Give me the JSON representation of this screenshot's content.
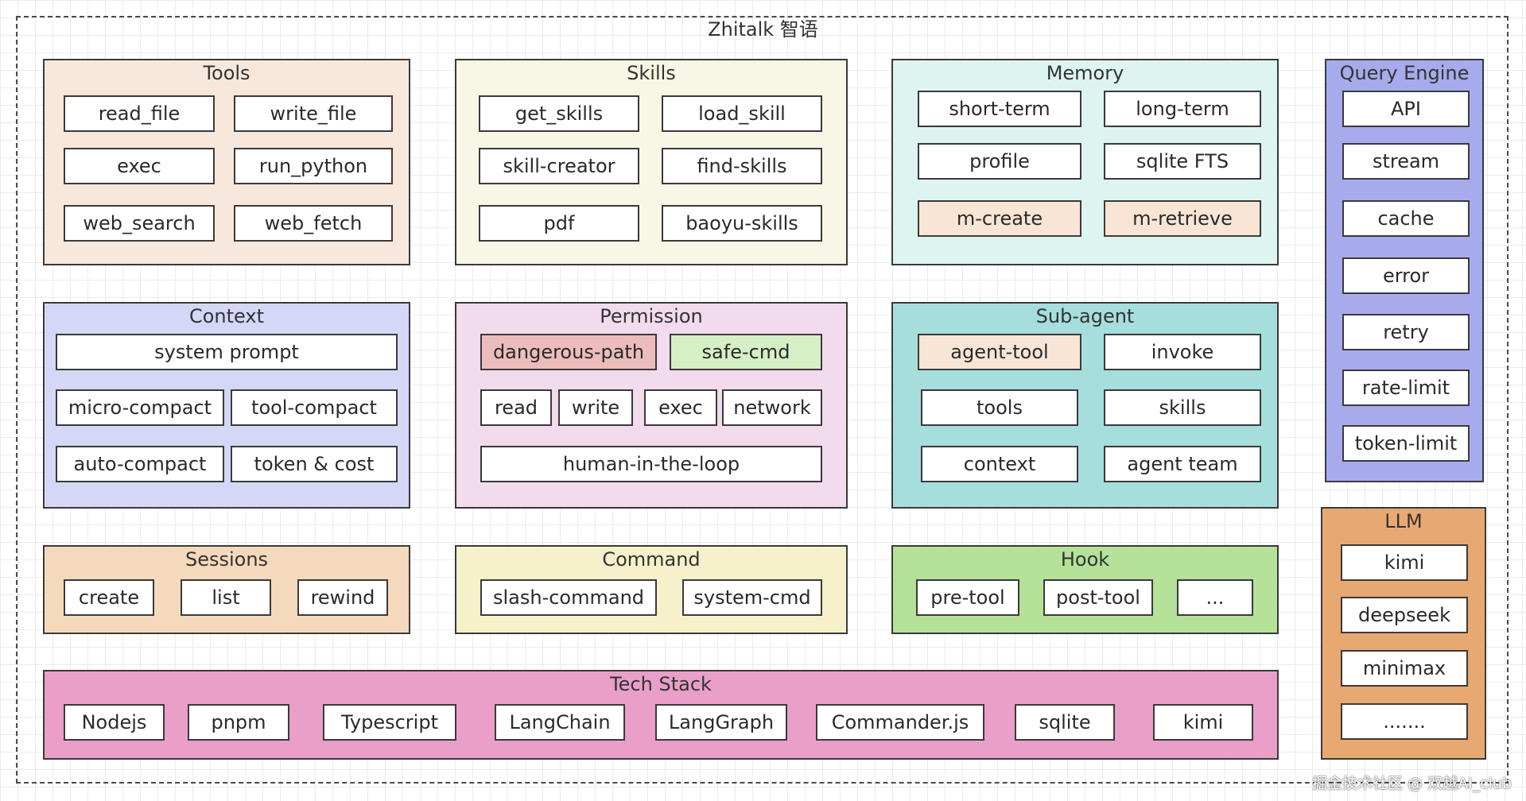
{
  "title": "Zhitalk 智语",
  "watermark": "掘金技术社区 @ 双越AI_club",
  "colors": {
    "tools": "#f8e8dc",
    "skills": "#f8f7e5",
    "memory": "#ddf4f1",
    "query_engine": "#a7abec",
    "context": "#d4d7f5",
    "permission": "#f2dbec",
    "subagent": "#a5dedd",
    "llm": "#e8a872",
    "sessions": "#f5d9bc",
    "command": "#f6f1cb",
    "hook": "#b5e198",
    "techstack": "#e99fc7",
    "item": "#ffffff",
    "item_peach": "#f8e5d6",
    "item_red": "#ecbcbc",
    "item_green": "#d5f0c5",
    "border": "#3a3a3a"
  },
  "groups": {
    "tools": {
      "title": "Tools",
      "items": [
        "read_file",
        "write_file",
        "exec",
        "run_python",
        "web_search",
        "web_fetch"
      ]
    },
    "skills": {
      "title": "Skills",
      "items": [
        "get_skills",
        "load_skill",
        "skill-creator",
        "find-skills",
        "pdf",
        "baoyu-skills"
      ]
    },
    "memory": {
      "title": "Memory",
      "items": [
        "short-term",
        "long-term",
        "profile",
        "sqlite FTS",
        "m-create",
        "m-retrieve"
      ]
    },
    "query_engine": {
      "title": "Query Engine",
      "items": [
        "API",
        "stream",
        "cache",
        "error",
        "retry",
        "rate-limit",
        "token-limit"
      ]
    },
    "context": {
      "title": "Context",
      "items": [
        "system prompt",
        "micro-compact",
        "tool-compact",
        "auto-compact",
        "token & cost"
      ]
    },
    "permission": {
      "title": "Permission",
      "items": [
        "dangerous-path",
        "safe-cmd",
        "read",
        "write",
        "exec",
        "network",
        "human-in-the-loop"
      ]
    },
    "subagent": {
      "title": "Sub-agent",
      "items": [
        "agent-tool",
        "invoke",
        "tools",
        "skills",
        "context",
        "agent team"
      ]
    },
    "llm": {
      "title": "LLM",
      "items": [
        "kimi",
        "deepseek",
        "minimax",
        "......."
      ]
    },
    "sessions": {
      "title": "Sessions",
      "items": [
        "create",
        "list",
        "rewind"
      ]
    },
    "command": {
      "title": "Command",
      "items": [
        "slash-command",
        "system-cmd"
      ]
    },
    "hook": {
      "title": "Hook",
      "items": [
        "pre-tool",
        "post-tool",
        "..."
      ]
    },
    "techstack": {
      "title": "Tech Stack",
      "items": [
        "Nodejs",
        "pnpm",
        "Typescript",
        "LangChain",
        "LangGraph",
        "Commander.js",
        "sqlite",
        "kimi"
      ]
    }
  }
}
